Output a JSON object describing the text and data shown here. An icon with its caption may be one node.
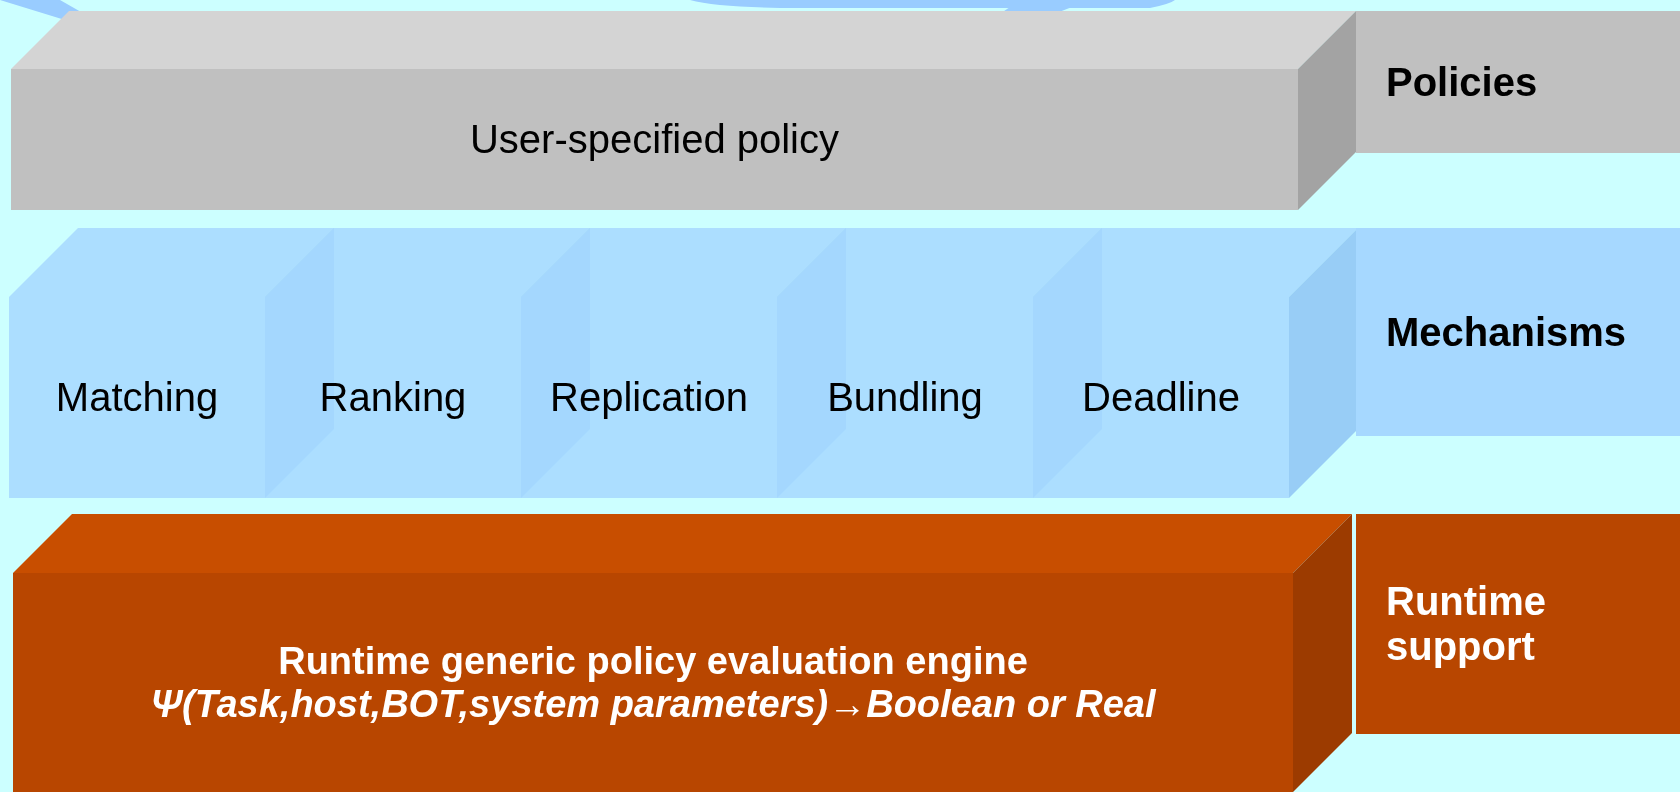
{
  "diagram": {
    "nodes": [
      {
        "text": [
          "User-specified policy"
        ]
      },
      {
        "text": [
          "Policies"
        ]
      },
      {
        "text": [
          "Matching"
        ]
      },
      {
        "text": [
          "Ranking"
        ]
      },
      {
        "text": [
          "Replication"
        ]
      },
      {
        "text": [
          "Bundling"
        ]
      },
      {
        "text": [
          "Deadline"
        ]
      },
      {
        "text": [
          "Mechanisms"
        ]
      },
      {
        "text": [
          "Runtime generic policy evaluation engine",
          "Ψ(Task,host,BOT,system parameters)→Boolean or Real"
        ]
      },
      {
        "text": [
          "Runtime support"
        ]
      }
    ],
    "edges": []
  }
}
